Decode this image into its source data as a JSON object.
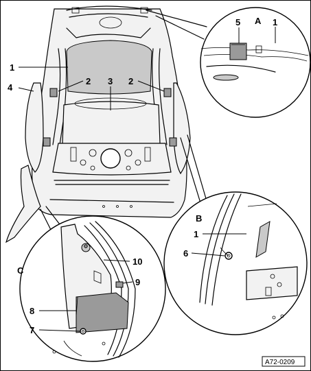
{
  "diagram": {
    "detail_labels": {
      "a": "A",
      "b": "B",
      "c": "C"
    },
    "callouts": {
      "main_1": "1",
      "main_2_left": "2",
      "main_3": "3",
      "main_2_right": "2",
      "main_4": "4",
      "a_5": "5",
      "a_1": "1",
      "b_1": "1",
      "b_6": "6",
      "c_10": "10",
      "c_9": "9",
      "c_8": "8",
      "c_7": "7"
    },
    "reference_code": "A72-0209"
  }
}
